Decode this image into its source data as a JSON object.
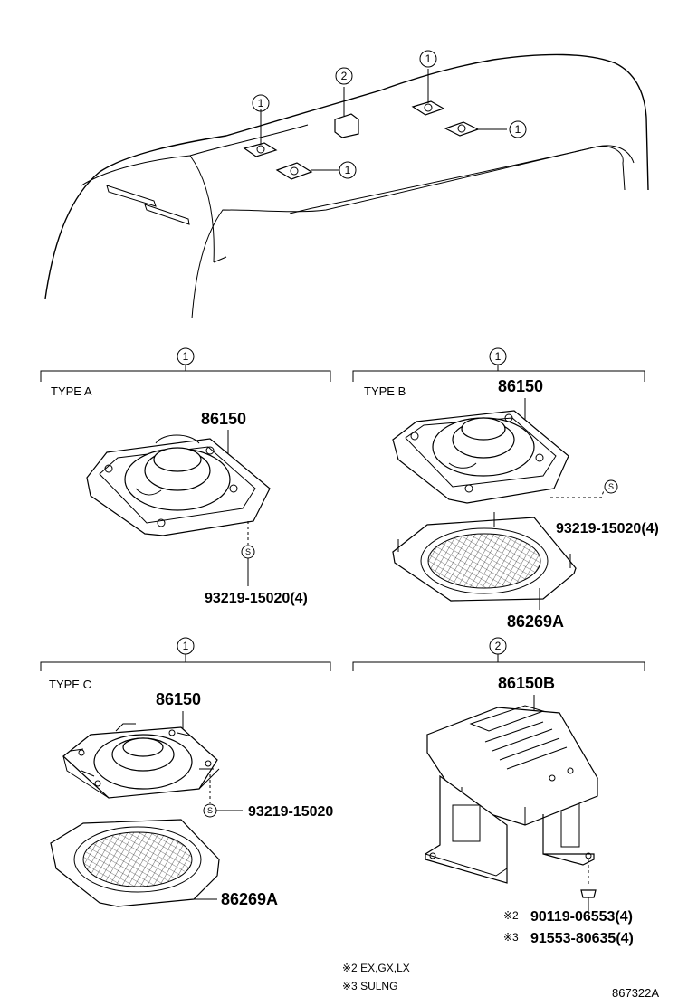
{
  "callouts": {
    "c1": "1",
    "c2": "2"
  },
  "sections": {
    "type_a": {
      "label": "TYPE A",
      "speaker_part": "86150",
      "screw_part": "93219-15020(4)",
      "screw_symbol": "S"
    },
    "type_b": {
      "label": "TYPE B",
      "speaker_part": "86150",
      "screw_part": "93219-15020(4)",
      "screw_symbol": "S",
      "grille_part": "86269A"
    },
    "type_c": {
      "label": "TYPE C",
      "speaker_part": "86150",
      "screw_part": "93219-15020",
      "screw_symbol": "S",
      "grille_part": "86269A"
    },
    "amplifier": {
      "amp_part": "86150B",
      "bolt_part_1": "90119-06553(4)",
      "bolt_part_2": "91553-80635(4)",
      "bolt_mark_1": "※2",
      "bolt_mark_2": "※3"
    }
  },
  "notes": {
    "note_1": "※2  EX,GX,LX",
    "note_2": "※3  SULNG"
  },
  "reference_code": "867322A"
}
